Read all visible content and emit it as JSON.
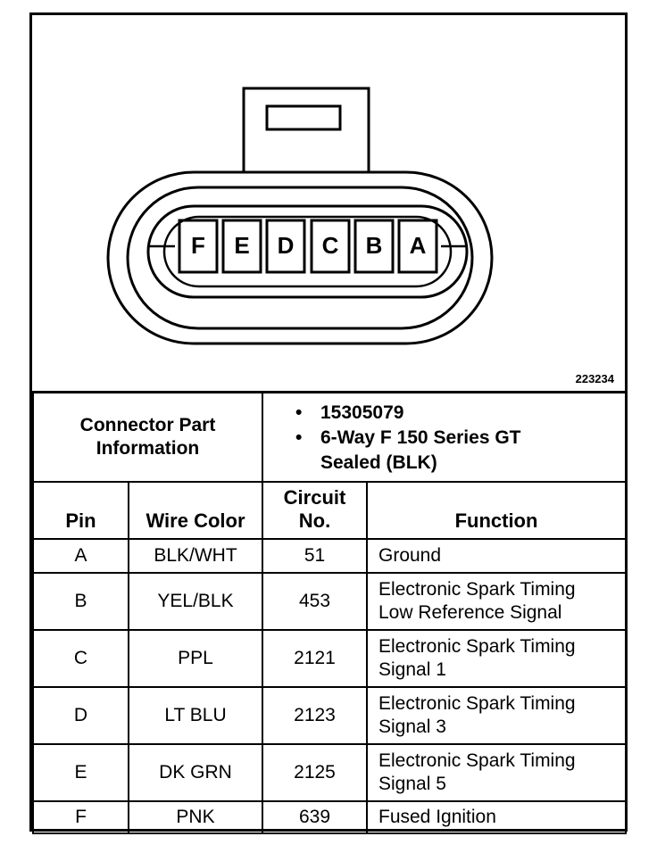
{
  "figure_id": "223234",
  "connector": {
    "pins_left_to_right": [
      "F",
      "E",
      "D",
      "C",
      "B",
      "A"
    ]
  },
  "info": {
    "label_line1": "Connector Part",
    "label_line2": "Information",
    "bullet_symbol": "•",
    "part_number": "15305079",
    "description_line1": "6-Way F 150 Series GT",
    "description_line2": "Sealed (BLK)"
  },
  "headers": {
    "pin": "Pin",
    "wire_color": "Wire Color",
    "circuit_line1": "Circuit",
    "circuit_line2": "No.",
    "function": "Function"
  },
  "rows": [
    {
      "pin": "A",
      "wire_color": "BLK/WHT",
      "circuit": "51",
      "function_line1": "Ground",
      "function_line2": ""
    },
    {
      "pin": "B",
      "wire_color": "YEL/BLK",
      "circuit": "453",
      "function_line1": "Electronic Spark Timing",
      "function_line2": "Low Reference Signal"
    },
    {
      "pin": "C",
      "wire_color": "PPL",
      "circuit": "2121",
      "function_line1": "Electronic Spark Timing",
      "function_line2": "Signal 1"
    },
    {
      "pin": "D",
      "wire_color": "LT BLU",
      "circuit": "2123",
      "function_line1": "Electronic Spark Timing",
      "function_line2": "Signal 3"
    },
    {
      "pin": "E",
      "wire_color": "DK GRN",
      "circuit": "2125",
      "function_line1": "Electronic Spark Timing",
      "function_line2": "Signal 5"
    },
    {
      "pin": "F",
      "wire_color": "PNK",
      "circuit": "639",
      "function_line1": "Fused Ignition",
      "function_line2": ""
    }
  ]
}
